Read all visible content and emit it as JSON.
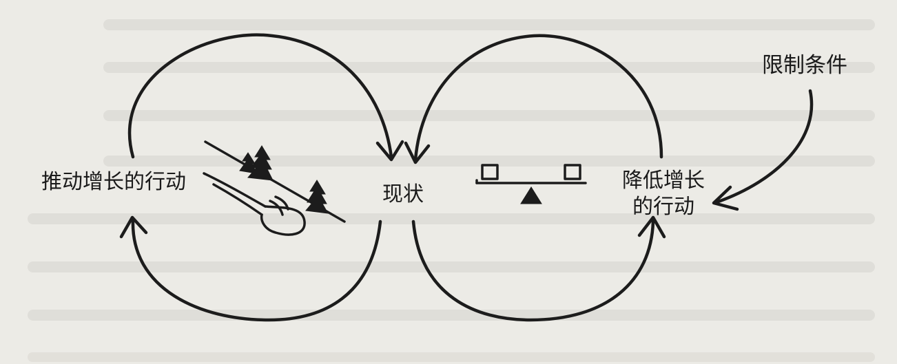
{
  "labels": {
    "growth_action": "推动增长的行动",
    "status_quo": "现状",
    "reduce_growth_action_line1": "降低增长",
    "reduce_growth_action_line2": "的行动",
    "limiting_condition": "限制条件"
  },
  "icons": {
    "left_loop": "snowball-rolling-downhill-icon",
    "right_loop": "balance-scale-seesaw-icon"
  },
  "colors": {
    "ink": "#1c1c1c",
    "paper": "#ecebe6"
  }
}
